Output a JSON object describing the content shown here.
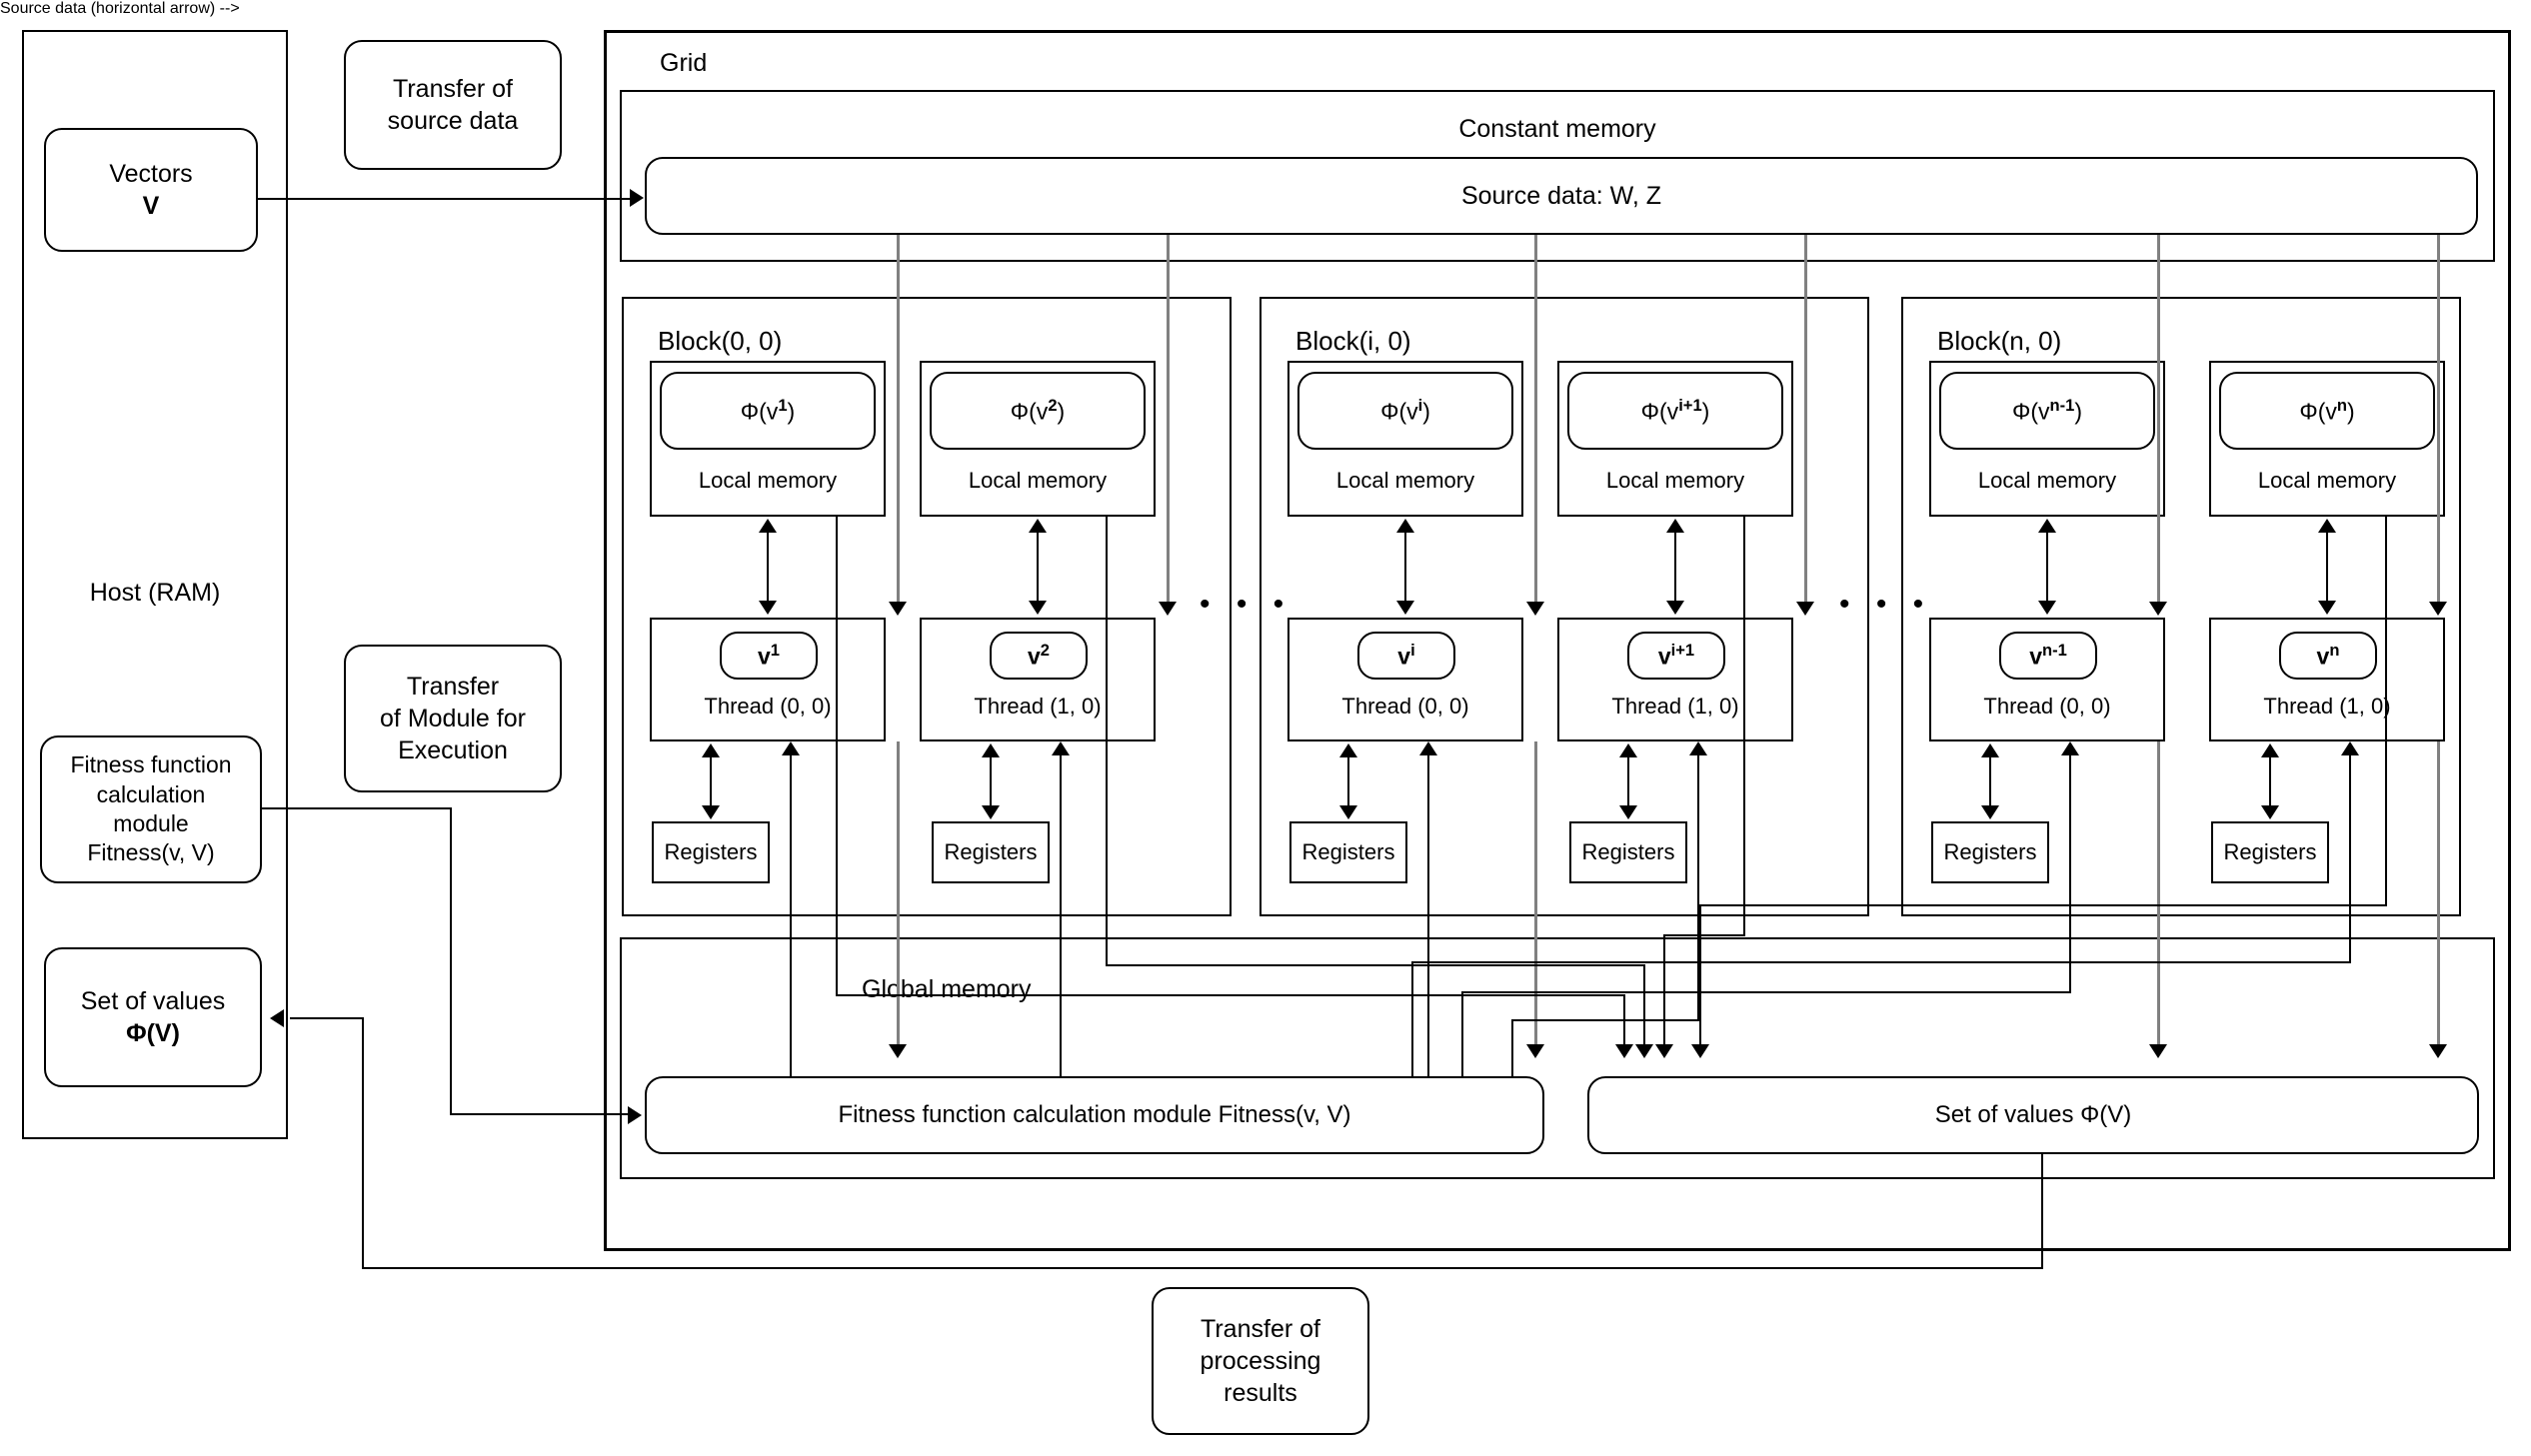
{
  "diagram": {
    "title": "CUDA GPU fitness evaluation architecture",
    "host": {
      "label": "Host (RAM)",
      "vectors": {
        "line1": "Vectors",
        "line2": "V"
      },
      "fitness_module": {
        "line1": "Fitness function",
        "line2": "calculation",
        "line3": "module",
        "line4": "Fitness(v, V)"
      },
      "set_of_values": {
        "line1": "Set of values",
        "line2": "Φ(V)"
      }
    },
    "transfers": {
      "source_data": {
        "line1": "Transfer of",
        "line2": "source data"
      },
      "module_exec": {
        "line1": "Transfer",
        "line2": "of Module for",
        "line3": "Execution"
      },
      "results": {
        "line1": "Transfer of",
        "line2": "processing",
        "line3": "results"
      }
    },
    "grid": {
      "label": "Grid",
      "constant_memory": {
        "label": "Constant memory",
        "source_data": "Source data: W, Z"
      },
      "global_memory": {
        "label": "Global memory",
        "fitness_module": "Fitness function calculation module Fitness(v, V)",
        "set_of_values": "Set of values Φ(V)"
      },
      "ellipsis": "• • •",
      "blocks": [
        {
          "label": "Block(0, 0)",
          "threads": [
            {
              "local_memory_label": "Local memory",
              "phi": "Φ(v",
              "phi_sup": "1",
              "phi_end": ")",
              "vec": "v",
              "vec_sup": "1",
              "thread_label": "Thread (0, 0)",
              "registers_label": "Registers"
            },
            {
              "local_memory_label": "Local memory",
              "phi": "Φ(v",
              "phi_sup": "2",
              "phi_end": ")",
              "vec": "v",
              "vec_sup": "2",
              "thread_label": "Thread (1, 0)",
              "registers_label": "Registers"
            }
          ]
        },
        {
          "label": "Block(i, 0)",
          "threads": [
            {
              "local_memory_label": "Local memory",
              "phi": "Φ(v",
              "phi_sup": "i",
              "phi_end": ")",
              "vec": "v",
              "vec_sup": "i",
              "thread_label": "Thread (0, 0)",
              "registers_label": "Registers"
            },
            {
              "local_memory_label": "Local memory",
              "phi": "Φ(v",
              "phi_sup": "i+1",
              "phi_end": ")",
              "vec": "v",
              "vec_sup": "i+1",
              "thread_label": "Thread (1, 0)",
              "registers_label": "Registers"
            }
          ]
        },
        {
          "label": "Block(n, 0)",
          "threads": [
            {
              "local_memory_label": "Local memory",
              "phi": "Φ(v",
              "phi_sup": "n-1",
              "phi_end": ")",
              "vec": "v",
              "vec_sup": "n-1",
              "thread_label": "Thread (0, 0)",
              "registers_label": "Registers"
            },
            {
              "local_memory_label": "Local memory",
              "phi": "Φ(v",
              "phi_sup": "n",
              "phi_end": ")",
              "vec": "v",
              "vec_sup": "n",
              "thread_label": "Thread (1, 0)",
              "registers_label": "Registers"
            }
          ]
        }
      ]
    },
    "colors": {
      "stroke": "#000000",
      "grey_arrow": "#808080",
      "background": "#ffffff"
    }
  }
}
